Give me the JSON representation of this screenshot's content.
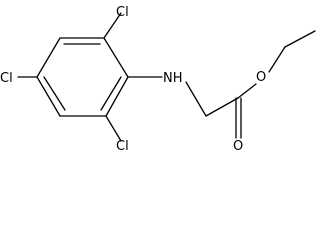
{
  "molecule": {
    "atoms": {
      "cl_top": "Cl",
      "cl_left": "Cl",
      "cl_bottom": "Cl",
      "nh": "NH",
      "o_ether": "O",
      "o_carbonyl": "O"
    }
  }
}
